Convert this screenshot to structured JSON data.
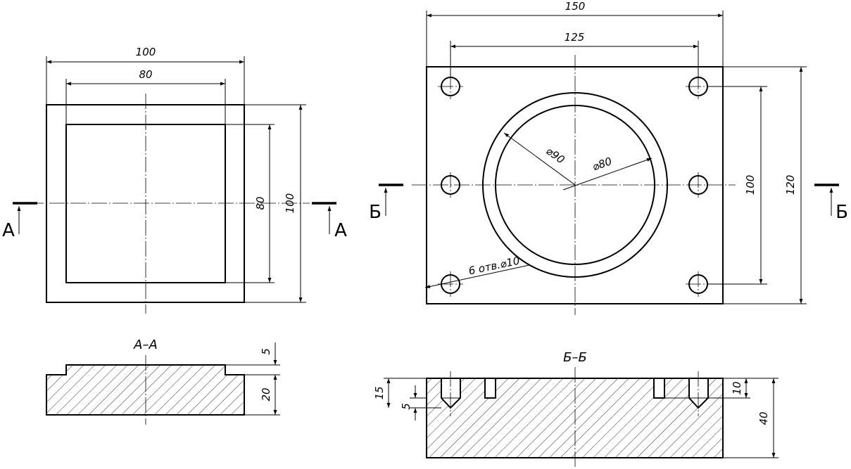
{
  "views": {
    "top_left": {
      "outer_width": "100",
      "inner_width": "80",
      "inner_height": "80",
      "outer_height": "100"
    },
    "top_right": {
      "overall_width": "150",
      "hole_spacing_x": "125",
      "ring_outer_diameter": "⌀90",
      "ring_inner_diameter": "⌀80",
      "hole_spacing_y": "100",
      "overall_height": "120",
      "holes_note": "6 отв.⌀10"
    },
    "section_a": {
      "title": "А–А",
      "step_height": "5",
      "base_height": "20"
    },
    "section_b": {
      "title": "Б–Б",
      "hole_depth": "15",
      "tip_depth": "5",
      "slot_depth": "10",
      "total_height": "40"
    }
  },
  "cut_labels": {
    "a_left": "А",
    "a_right": "А",
    "b_left": "Б",
    "b_right": "Б"
  }
}
